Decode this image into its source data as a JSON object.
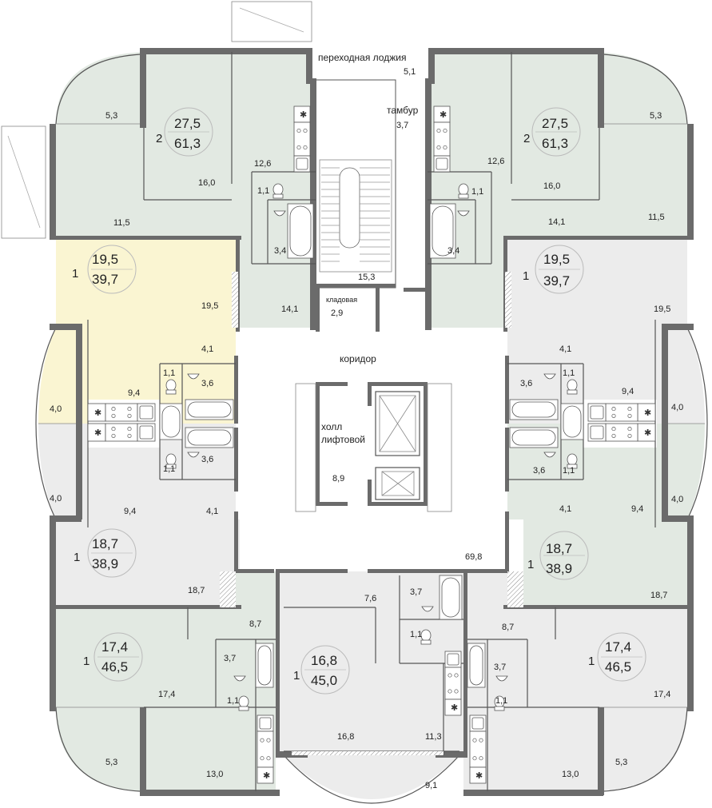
{
  "colors": {
    "green": "#e2e9e2",
    "yellow": "#faf5d2",
    "gray": "#ececec",
    "wall": "#6b6b6b",
    "line": "#555555"
  },
  "labels": {
    "loggia": "переходная лоджия",
    "loggia_area": "5,1",
    "tambour": "тамбур",
    "tambour_area": "3,7",
    "stairs_area": "15,3",
    "storage": "кладовая",
    "storage_area": "2,9",
    "corridor": "коридор",
    "hall_line1": "холл",
    "hall_line2": "лифтовой",
    "hall_area": "8,9",
    "corridor_area": "69,8"
  },
  "apartments": [
    {
      "id": "nw",
      "rooms": "2",
      "living": "27,5",
      "total": "61,3"
    },
    {
      "id": "ne",
      "rooms": "2",
      "living": "27,5",
      "total": "61,3"
    },
    {
      "id": "w1",
      "rooms": "1",
      "living": "19,5",
      "total": "39,7"
    },
    {
      "id": "e1",
      "rooms": "1",
      "living": "19,5",
      "total": "39,7"
    },
    {
      "id": "w2",
      "rooms": "1",
      "living": "18,7",
      "total": "38,9"
    },
    {
      "id": "e2",
      "rooms": "1",
      "living": "18,7",
      "total": "38,9"
    },
    {
      "id": "sw",
      "rooms": "1",
      "living": "17,4",
      "total": "46,5"
    },
    {
      "id": "se",
      "rooms": "1",
      "living": "17,4",
      "total": "46,5"
    },
    {
      "id": "s",
      "rooms": "1",
      "living": "16,8",
      "total": "45,0"
    }
  ],
  "room_areas": [
    "5,3",
    "16,0",
    "12,6",
    "1,1",
    "11,5",
    "3,4",
    "19,5",
    "14,1",
    "4,1",
    "1,1",
    "3,6",
    "9,4",
    "4,0",
    "4,0",
    "9,4",
    "4,1",
    "3,6",
    "1,1",
    "18,7",
    "8,7",
    "3,7",
    "1,1",
    "17,4",
    "5,3",
    "13,0",
    "7,6",
    "3,7",
    "1,1",
    "16,8",
    "11,3",
    "9,1",
    "5,3",
    "16,0",
    "12,6",
    "1,1",
    "14,1",
    "11,5",
    "3,4",
    "19,5",
    "4,1",
    "3,6",
    "1,1",
    "9,4",
    "4,0",
    "4,0",
    "3,6",
    "1,1",
    "4,1",
    "9,4",
    "18,7",
    "8,7",
    "3,7",
    "1,1",
    "17,4",
    "5,3",
    "13,0"
  ]
}
